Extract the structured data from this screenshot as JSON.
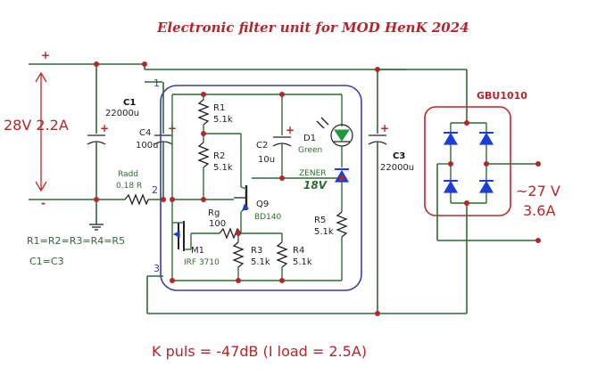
{
  "title": "Electronic filter unit   for MOD HenK 2024",
  "input": {
    "rating": "28V 2.2A",
    "plus": "+",
    "minus": "-"
  },
  "output": {
    "voltage": "~27 V",
    "current": "3.6A"
  },
  "bridge": {
    "label": "GBU1010"
  },
  "nodes": {
    "n1": "1",
    "n2": "2",
    "n3": "3"
  },
  "components": {
    "c1": {
      "name": "C1",
      "value": "22000u"
    },
    "c2": {
      "name": "C2",
      "value": "10u"
    },
    "c3": {
      "name": "C3",
      "value": "22000u"
    },
    "c4": {
      "name": "C4",
      "value": "100u"
    },
    "r1": {
      "name": "R1",
      "value": "5.1k"
    },
    "r2": {
      "name": "R2",
      "value": "5.1k"
    },
    "r3": {
      "name": "R3",
      "value": "5.1k"
    },
    "r4": {
      "name": "R4",
      "value": "5.1k"
    },
    "r5": {
      "name": "R5",
      "value": "5.1k"
    },
    "rg": {
      "name": "Rg",
      "value": "100"
    },
    "radd": {
      "name": "Radd",
      "value": "0.18 R"
    },
    "d1": {
      "name": "D1",
      "value": "Green"
    },
    "zener": {
      "name": "ZENER",
      "value": "18V"
    },
    "q9": {
      "name": "Q9",
      "value": "BD140"
    },
    "m1": {
      "name": "M1",
      "value": "IRF 3710"
    }
  },
  "notes": {
    "equal_r": "R1=R2=R3=R4=R5",
    "equal_c": "C1=C3",
    "kpuls": "K puls = -47dB (I load = 2.5A)"
  },
  "colors": {
    "wire": "#2f6b32",
    "junction": "#b3262b",
    "text_red": "#b3262b",
    "semiconductor": "#1b3fd6",
    "inner_box": "#3b3fa0",
    "bridge_box": "#c0282d"
  }
}
